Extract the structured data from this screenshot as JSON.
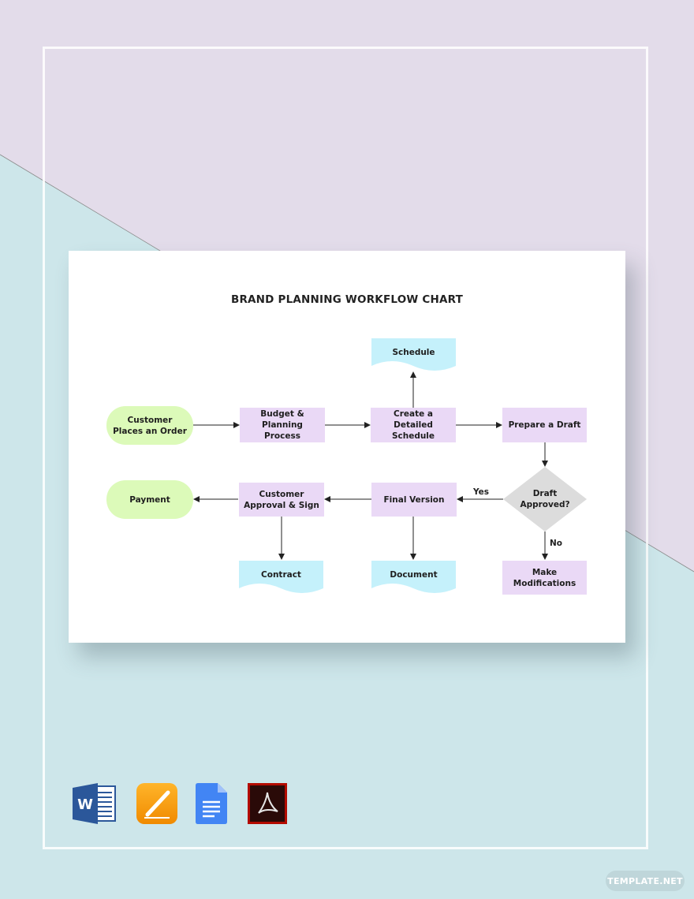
{
  "diagram": {
    "title": "BRAND PLANNING WORKFLOW CHART",
    "nodes": {
      "customer_order": "Customer\nPlaces an Order",
      "budget": "Budget &\nPlanning Process",
      "detailed_schedule": "Create a Detailed\nSchedule",
      "prepare_draft": "Prepare a Draft",
      "schedule_doc": "Schedule",
      "draft_approved": "Draft\nApproved?",
      "final_version": "Final Version",
      "customer_approval": "Customer\nApproval & Sign",
      "payment": "Payment",
      "contract": "Contract",
      "document": "Document",
      "make_modifications": "Make\nModifications"
    },
    "edge_labels": {
      "yes": "Yes",
      "no": "No"
    }
  },
  "colors": {
    "background_top": "#e3dcea",
    "background_bottom": "#cde6ea",
    "terminal_fill": "#dcfab9",
    "process_fill": "#ead9f6",
    "document_fill": "#c5f1fb",
    "decision_fill": "#dcdcdc"
  },
  "app_icons": [
    "word-icon",
    "pages-icon",
    "google-docs-icon",
    "acrobat-pdf-icon"
  ],
  "watermark": "TEMPLATE.NET"
}
